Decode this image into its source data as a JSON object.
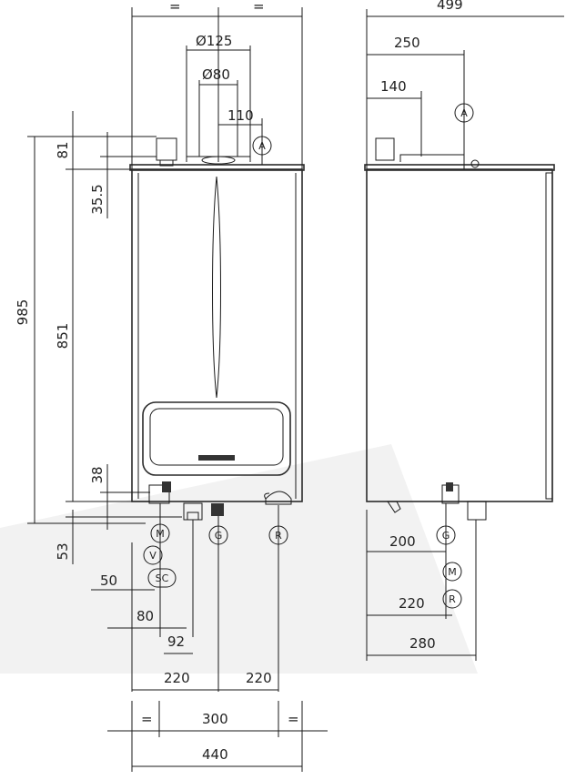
{
  "front_view": {
    "dimensions": {
      "top_equal_left": "=",
      "top_equal_right": "=",
      "flue_outer": "Ø125",
      "flue_inner": "Ø80",
      "flue_offset": "110",
      "height_total": "985",
      "height_body": "851",
      "top_81": "81",
      "top_35_5": "35.5",
      "bottom_38": "38",
      "bottom_53": "53",
      "offset_50": "50",
      "offset_80": "80",
      "offset_92": "92",
      "spacing_220_left": "220",
      "spacing_220_right": "220",
      "bottom_equal_left": "=",
      "bottom_300": "300",
      "bottom_equal_right": "=",
      "width_440": "440"
    },
    "labels": {
      "A": "A",
      "M": "M",
      "V": "V",
      "SC": "SC",
      "G": "G",
      "R": "R"
    }
  },
  "side_view": {
    "dimensions": {
      "depth_499": "499",
      "d250": "250",
      "d140": "140",
      "d200": "200",
      "d220": "220",
      "d280": "280"
    },
    "labels": {
      "A": "A",
      "G": "G",
      "M": "M",
      "R": "R"
    }
  }
}
